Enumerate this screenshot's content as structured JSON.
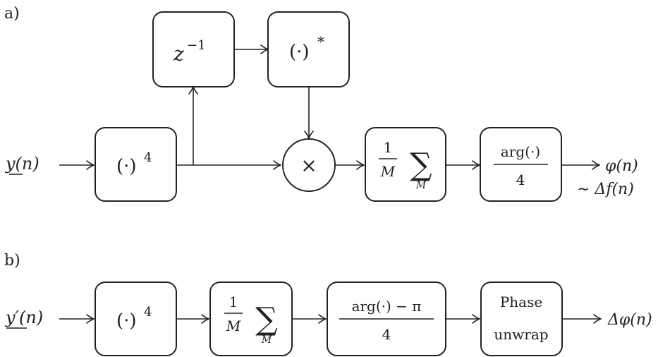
{
  "panel_a": {
    "label": "a)",
    "input": "y(n)",
    "pow_base": "(·)",
    "pow_exp": "4",
    "delay_base": "z",
    "delay_exp": "−1",
    "conj_base": "(·)",
    "conj_exp": "*",
    "multiplier": "×",
    "sum_num": "1",
    "sum_den": "M",
    "sum_symbol": "∑",
    "sum_sub": "M",
    "arg_num": "arg(·)",
    "arg_den": "4",
    "output_1": "φ(n)",
    "output_2": "∼ Δf(n)"
  },
  "panel_b": {
    "label": "b)",
    "input_base": "y′",
    "input_rest": "(n)",
    "pow_base": "(·)",
    "pow_exp": "4",
    "sum_num": "1",
    "sum_den": "M",
    "sum_symbol": "∑",
    "sum_sub": "M",
    "arg_num": "arg(·) − π",
    "arg_den": "4",
    "unwrap_line1": "Phase",
    "unwrap_line2": "unwrap",
    "output": "Δφ(n)"
  }
}
